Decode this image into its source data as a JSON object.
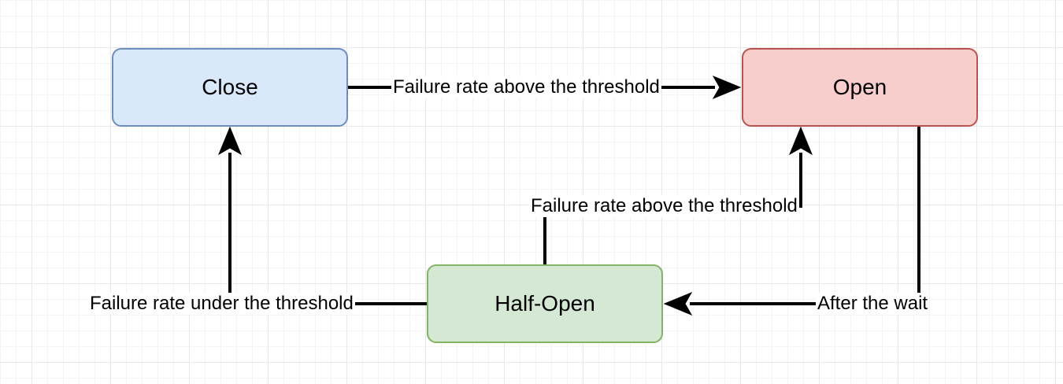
{
  "colors": {
    "close_fill": "#dae8fc",
    "close_stroke": "#6c8ebf",
    "open_fill": "#f8cecc",
    "open_stroke": "#b85450",
    "half_fill": "#d5e8d4",
    "half_stroke": "#82b366",
    "edge": "#000000"
  },
  "nodes": {
    "close": {
      "label": "Close"
    },
    "open": {
      "label": "Open"
    },
    "half_open": {
      "label": "Half-Open"
    }
  },
  "edges": {
    "close_to_open": {
      "label": "Failure rate above the threshold"
    },
    "half_open_to_open": {
      "label": "Failure rate above the threshold"
    },
    "half_open_to_close": {
      "label": "Failure rate under the threshold"
    },
    "open_to_half_open": {
      "label": "After the wait"
    }
  }
}
